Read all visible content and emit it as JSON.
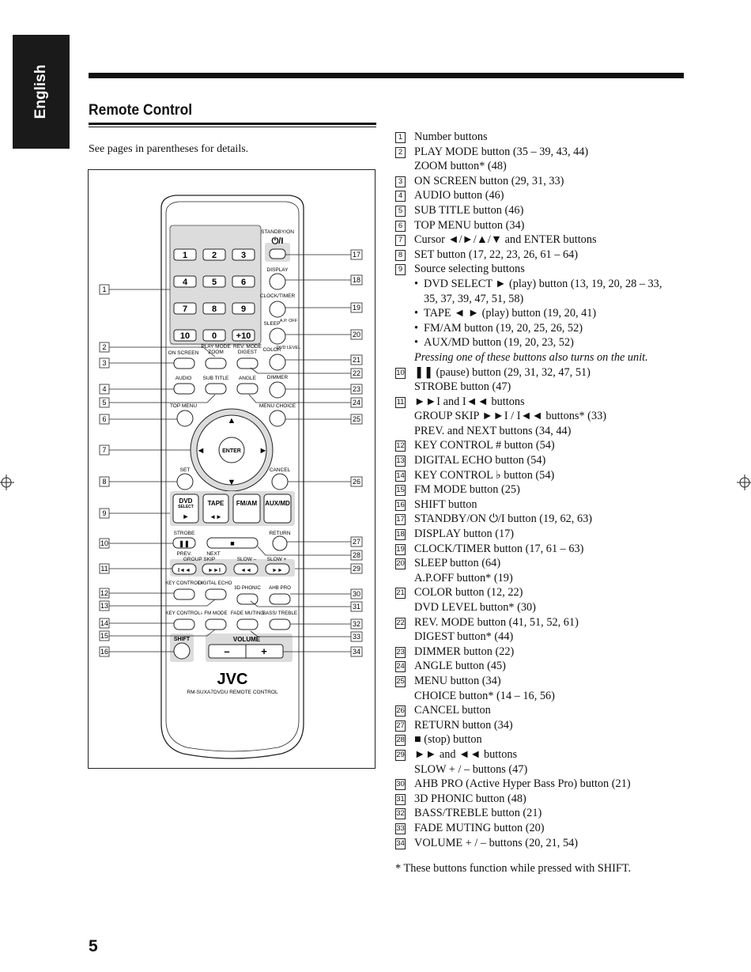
{
  "sidebar_tab": "English",
  "section_title": "Remote Control",
  "intro": "See pages in parentheses for details.",
  "page_number": "5",
  "footnote": "* These buttons function while pressed with SHIFT.",
  "remote": {
    "brand": "JVC",
    "model": "RM-SUXA7DVDU REMOTE CONTROL",
    "labels": {
      "standby": "STANDBY/ON",
      "display": "DISPLAY",
      "clock_timer": "CLOCK/TIMER",
      "sleep": "SLEEP",
      "ap_off": "A.P. OFF",
      "on_screen": "ON SCREEN",
      "play_mode": "PLAY MODE",
      "zoom": "ZOOM",
      "rev_mode": "REV. MODE",
      "digest": "DIGEST",
      "color": "COLOR",
      "dvd_level": "DVD LEVEL",
      "audio": "AUDIO",
      "sub_title": "SUB TITLE",
      "angle": "ANGLE",
      "dimmer": "DIMMER",
      "top_menu": "TOP MENU",
      "menu_choice": "MENU CHOICE",
      "enter": "ENTER",
      "set": "SET",
      "cancel": "CANCEL",
      "dvd": "DVD",
      "select": "SELECT",
      "tape": "TAPE",
      "fm_am": "FM/AM",
      "aux_md": "AUX/MD",
      "strobe": "STROBE",
      "return": "RETURN",
      "prev": "PREV.",
      "next": "NEXT",
      "group_skip": "GROUP SKIP",
      "slow_minus": "SLOW –",
      "slow_plus": "SLOW +",
      "key_control_sharp": "KEY CONTROL#",
      "digital_echo": "DIGITAL ECHO",
      "three_d_phonic": "3D PHONIC",
      "ahb_pro": "AHB PRO",
      "key_control_flat": "KEY CONTROL♭",
      "fm_mode": "FM MODE",
      "fade_muting": "FADE MUTING",
      "bass_treble": "BASS/ TREBLE",
      "shift": "SHIFT",
      "volume": "VOLUME"
    },
    "number_keys": [
      "1",
      "2",
      "3",
      "4",
      "5",
      "6",
      "7",
      "8",
      "9",
      "10",
      "0",
      "+10"
    ],
    "callouts_left": [
      "1",
      "2",
      "3",
      "4",
      "5",
      "6",
      "7",
      "8",
      "9",
      "10",
      "11",
      "12",
      "13",
      "14",
      "15",
      "16"
    ],
    "callouts_right": [
      "17",
      "18",
      "19",
      "20",
      "21",
      "22",
      "23",
      "24",
      "25",
      "26",
      "27",
      "28",
      "29",
      "30",
      "31",
      "32",
      "33",
      "34"
    ]
  },
  "legend": [
    {
      "kind": "item",
      "num": "1",
      "text": "Number buttons"
    },
    {
      "kind": "item",
      "num": "2",
      "text": "PLAY MODE button (35 – 39, 43, 44)"
    },
    {
      "kind": "cont",
      "text": "ZOOM button* (48)"
    },
    {
      "kind": "item",
      "num": "3",
      "text": "ON SCREEN button (29, 31, 33)"
    },
    {
      "kind": "item",
      "num": "4",
      "text": "AUDIO button (46)"
    },
    {
      "kind": "item",
      "num": "5",
      "text": "SUB TITLE button (46)"
    },
    {
      "kind": "item",
      "num": "6",
      "text": "TOP MENU button (34)"
    },
    {
      "kind": "item",
      "num": "7",
      "text": "Cursor ◄/►/▲/▼ and ENTER buttons"
    },
    {
      "kind": "item",
      "num": "8",
      "text": "SET button (17, 22, 23, 26, 61 – 64)"
    },
    {
      "kind": "item",
      "num": "9",
      "text": "Source selecting buttons"
    },
    {
      "kind": "bullet",
      "text": "DVD SELECT ► (play) button (13, 19, 20, 28 – 33,"
    },
    {
      "kind": "sub",
      "text": "35, 37, 39, 47, 51, 58)"
    },
    {
      "kind": "bullet",
      "text": "TAPE ◄ ► (play) button (19, 20, 41)"
    },
    {
      "kind": "bullet",
      "text": "FM/AM button (19, 20, 25, 26, 52)"
    },
    {
      "kind": "bullet",
      "text": "AUX/MD button (19, 20, 23, 52)"
    },
    {
      "kind": "ital",
      "text": "Pressing one of these buttons also turns on the unit."
    },
    {
      "kind": "item",
      "num": "10",
      "text": "❚❚ (pause) button (29, 31, 32, 47, 51)"
    },
    {
      "kind": "cont",
      "text": "STROBE button (47)"
    },
    {
      "kind": "item",
      "num": "11",
      "text": "►►I and I◄◄ buttons"
    },
    {
      "kind": "cont",
      "text": "GROUP SKIP ►►I / I◄◄ buttons* (33)"
    },
    {
      "kind": "cont",
      "text": "PREV. and NEXT buttons (34, 44)"
    },
    {
      "kind": "item",
      "num": "12",
      "text": "KEY CONTROL # button (54)"
    },
    {
      "kind": "item",
      "num": "13",
      "text": "DIGITAL ECHO button (54)"
    },
    {
      "kind": "item",
      "num": "14",
      "text": "KEY CONTROL ♭ button (54)"
    },
    {
      "kind": "item",
      "num": "15",
      "text": "FM MODE button (25)"
    },
    {
      "kind": "item",
      "num": "16",
      "text": "SHIFT button"
    },
    {
      "kind": "item",
      "num": "17",
      "text": "STANDBY/ON ⏻/I button (19, 62, 63)"
    },
    {
      "kind": "item",
      "num": "18",
      "text": "DISPLAY button (17)"
    },
    {
      "kind": "item",
      "num": "19",
      "text": "CLOCK/TIMER button (17, 61 – 63)"
    },
    {
      "kind": "item",
      "num": "20",
      "text": "SLEEP button (64)"
    },
    {
      "kind": "cont",
      "text": "A.P.OFF button* (19)"
    },
    {
      "kind": "item",
      "num": "21",
      "text": "COLOR button (12, 22)"
    },
    {
      "kind": "cont",
      "text": "DVD LEVEL button* (30)"
    },
    {
      "kind": "item",
      "num": "22",
      "text": "REV. MODE button (41, 51, 52, 61)"
    },
    {
      "kind": "cont",
      "text": "DIGEST button* (44)"
    },
    {
      "kind": "item",
      "num": "23",
      "text": "DIMMER button (22)"
    },
    {
      "kind": "item",
      "num": "24",
      "text": "ANGLE button (45)"
    },
    {
      "kind": "item",
      "num": "25",
      "text": "MENU button (34)"
    },
    {
      "kind": "cont",
      "text": "CHOICE button* (14 – 16, 56)"
    },
    {
      "kind": "item",
      "num": "26",
      "text": "CANCEL button"
    },
    {
      "kind": "item",
      "num": "27",
      "text": "RETURN button (34)"
    },
    {
      "kind": "item",
      "num": "28",
      "text": "■ (stop) button"
    },
    {
      "kind": "item",
      "num": "29",
      "text": "►► and ◄◄ buttons"
    },
    {
      "kind": "cont",
      "text": "SLOW + / – buttons (47)"
    },
    {
      "kind": "item",
      "num": "30",
      "text": "AHB PRO (Active Hyper Bass Pro) button (21)"
    },
    {
      "kind": "item",
      "num": "31",
      "text": "3D PHONIC button (48)"
    },
    {
      "kind": "item",
      "num": "32",
      "text": "BASS/TREBLE button (21)"
    },
    {
      "kind": "item",
      "num": "33",
      "text": "FADE MUTING button (20)"
    },
    {
      "kind": "item",
      "num": "34",
      "text": "VOLUME + / – buttons (20, 21, 54)"
    }
  ]
}
